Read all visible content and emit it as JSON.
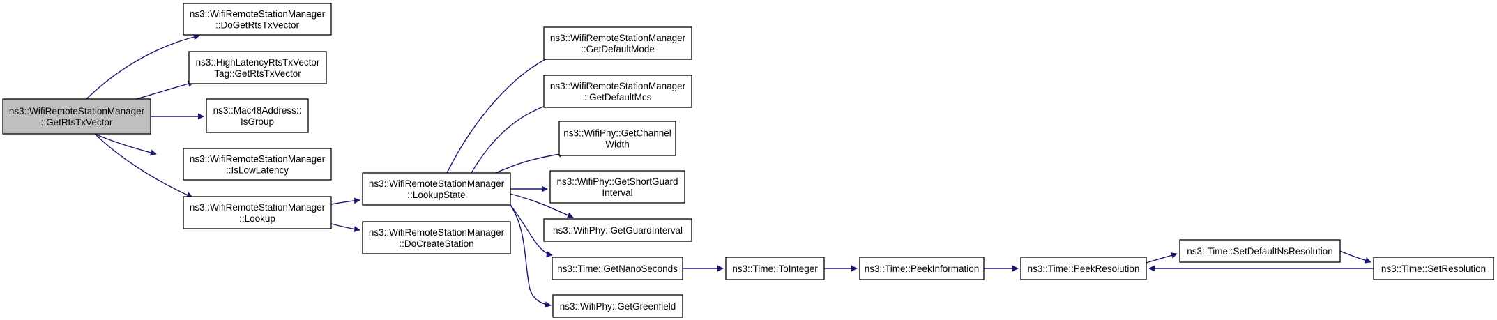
{
  "colors": {
    "edge": "#191970",
    "root_fill": "#bfbfbf",
    "node_fill": "#ffffff",
    "border": "#000000"
  },
  "nodes": [
    {
      "id": "get_rts_tx_vector",
      "lines": [
        "ns3::WifiRemoteStationManager",
        "::GetRtsTxVector"
      ],
      "root": true
    },
    {
      "id": "do_get_rts_tx_vector",
      "lines": [
        "ns3::WifiRemoteStationManager",
        "::DoGetRtsTxVector"
      ]
    },
    {
      "id": "high_latency_get_rts_tx_vector",
      "lines": [
        "ns3::HighLatencyRtsTxVector",
        "Tag::GetRtsTxVector"
      ]
    },
    {
      "id": "mac48_is_group",
      "lines": [
        "ns3::Mac48Address::",
        "IsGroup"
      ]
    },
    {
      "id": "is_low_latency",
      "lines": [
        "ns3::WifiRemoteStationManager",
        "::IsLowLatency"
      ]
    },
    {
      "id": "lookup",
      "lines": [
        "ns3::WifiRemoteStationManager",
        "::Lookup"
      ]
    },
    {
      "id": "lookup_state",
      "lines": [
        "ns3::WifiRemoteStationManager",
        "::LookupState"
      ]
    },
    {
      "id": "do_create_station",
      "lines": [
        "ns3::WifiRemoteStationManager",
        "::DoCreateStation"
      ]
    },
    {
      "id": "get_default_mode",
      "lines": [
        "ns3::WifiRemoteStationManager",
        "::GetDefaultMode"
      ]
    },
    {
      "id": "get_default_mcs",
      "lines": [
        "ns3::WifiRemoteStationManager",
        "::GetDefaultMcs"
      ]
    },
    {
      "id": "get_channel_width",
      "lines": [
        "ns3::WifiPhy::GetChannel",
        "Width"
      ]
    },
    {
      "id": "get_short_guard_interval",
      "lines": [
        "ns3::WifiPhy::GetShortGuard",
        "Interval"
      ]
    },
    {
      "id": "get_guard_interval",
      "lines": [
        "ns3::WifiPhy::GetGuardInterval"
      ]
    },
    {
      "id": "get_nano_seconds",
      "lines": [
        "ns3::Time::GetNanoSeconds"
      ]
    },
    {
      "id": "get_greenfield",
      "lines": [
        "ns3::WifiPhy::GetGreenfield"
      ]
    },
    {
      "id": "to_integer",
      "lines": [
        "ns3::Time::ToInteger"
      ]
    },
    {
      "id": "peek_information",
      "lines": [
        "ns3::Time::PeekInformation"
      ]
    },
    {
      "id": "peek_resolution",
      "lines": [
        "ns3::Time::PeekResolution"
      ]
    },
    {
      "id": "set_default_ns_resolution",
      "lines": [
        "ns3::Time::SetDefaultNsResolution"
      ]
    },
    {
      "id": "set_resolution",
      "lines": [
        "ns3::Time::SetResolution"
      ]
    }
  ],
  "edges": [
    {
      "from": "get_rts_tx_vector",
      "to": "do_get_rts_tx_vector"
    },
    {
      "from": "get_rts_tx_vector",
      "to": "high_latency_get_rts_tx_vector"
    },
    {
      "from": "get_rts_tx_vector",
      "to": "mac48_is_group"
    },
    {
      "from": "get_rts_tx_vector",
      "to": "is_low_latency"
    },
    {
      "from": "get_rts_tx_vector",
      "to": "lookup"
    },
    {
      "from": "lookup",
      "to": "lookup_state"
    },
    {
      "from": "lookup",
      "to": "do_create_station"
    },
    {
      "from": "lookup_state",
      "to": "get_default_mode"
    },
    {
      "from": "lookup_state",
      "to": "get_default_mcs"
    },
    {
      "from": "lookup_state",
      "to": "get_channel_width"
    },
    {
      "from": "lookup_state",
      "to": "get_short_guard_interval"
    },
    {
      "from": "lookup_state",
      "to": "get_guard_interval"
    },
    {
      "from": "lookup_state",
      "to": "get_nano_seconds"
    },
    {
      "from": "lookup_state",
      "to": "get_greenfield"
    },
    {
      "from": "get_nano_seconds",
      "to": "to_integer"
    },
    {
      "from": "to_integer",
      "to": "peek_information"
    },
    {
      "from": "peek_information",
      "to": "peek_resolution"
    },
    {
      "from": "peek_resolution",
      "to": "set_default_ns_resolution"
    },
    {
      "from": "set_default_ns_resolution",
      "to": "set_resolution"
    },
    {
      "from": "set_resolution",
      "to": "peek_resolution"
    }
  ]
}
